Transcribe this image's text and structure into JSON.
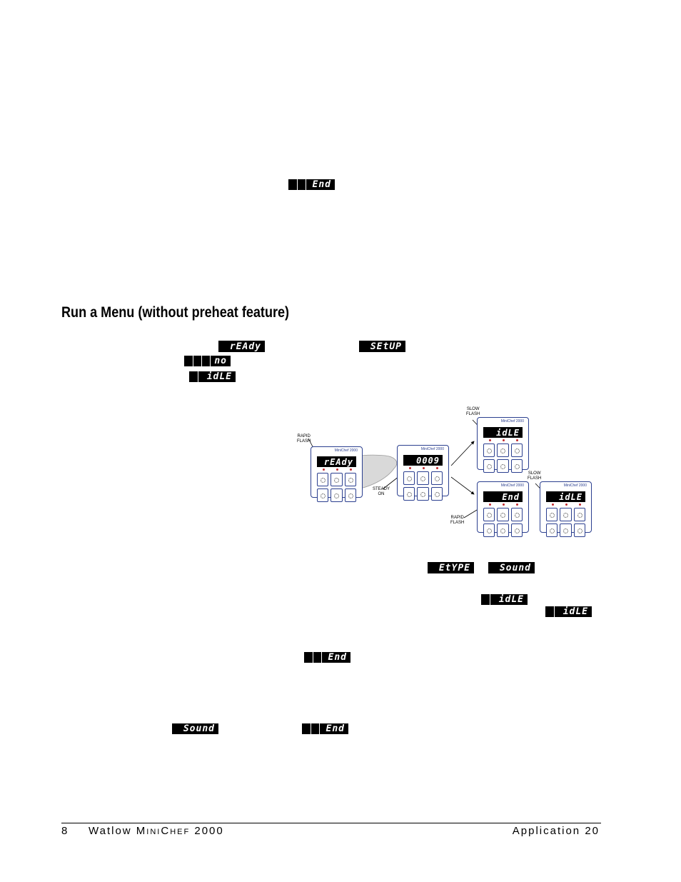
{
  "heading": "Run a Menu (without preheat feature)",
  "displays": {
    "end_top": "End",
    "ready": "rEAdy",
    "setup": "SEtUP",
    "no": "no",
    "idle": "idLE",
    "etype": "EtYPE",
    "sound_a": "Sound",
    "idle_b": "idLE",
    "idle_c": "idLE",
    "end_mid": "End",
    "sound_b": "Sound",
    "end_bottom": "End"
  },
  "figure": {
    "brand": "MiniChef 2000",
    "panels": {
      "ready": "rEAdy",
      "count": "0009",
      "idle_top": "idLE",
      "end": "End",
      "idle_right": "idLE"
    },
    "labels": {
      "rapid_flash_1": "RAPID\nFLASH",
      "slow_flash_1": "SLOW\nFLASH",
      "steady_on": "STEADY\nON",
      "slow_flash_2": "SLOW\nFLASH",
      "rapid_flash_2": "RAPID\nFLASH"
    }
  },
  "footer": {
    "page_number": "8",
    "brand": "Watlow",
    "product_m": "M",
    "product_ini": "INI",
    "product_c": "C",
    "product_hef": "HEF",
    "product_model": "2000",
    "section": "Application 20"
  }
}
